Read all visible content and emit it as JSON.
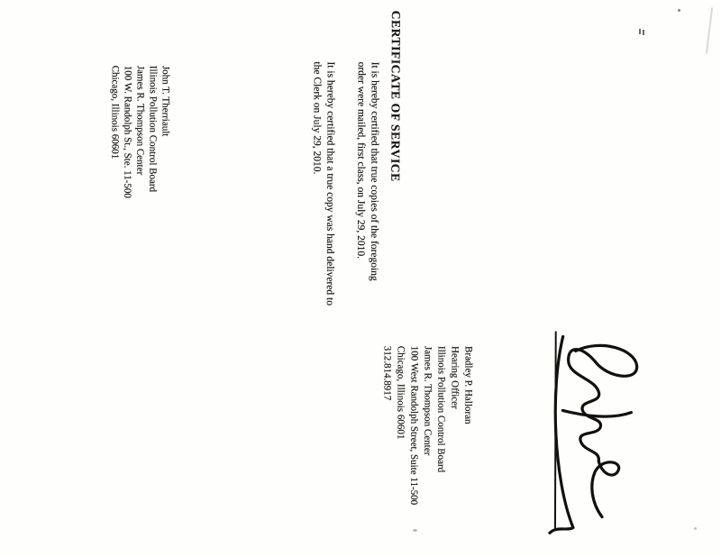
{
  "document": {
    "title": "CERTIFICATE OF SERVICE",
    "certification_paragraphs": [
      {
        "line1": "It is hereby certified that true copies of the foregoing",
        "line2": "order were mailed, first class, on July 29, 2010."
      },
      {
        "line1": "It is hereby certified that a true copy was hand delivered to",
        "line2": "the Clerk on July 29, 2010."
      }
    ],
    "recipient_block": {
      "lines": [
        "John T. Therriault",
        "Illinois Pollution Control Board",
        "James R. Thompson Center",
        "100 W. Randolph St., Ste. 11-500",
        "Chicago, Illinois 60601"
      ]
    },
    "signature_block": {
      "lines": [
        "Bradley P. Halloran",
        "Hearing Officer",
        "Illinois Pollution Control Board",
        "James R. Thompson Center",
        "100 West Randolph Street, Suite 11-500",
        "Chicago, Illinois 60601",
        "312.814.8917"
      ]
    }
  },
  "colors": {
    "ink": "#1a1712",
    "paper": "#fefefd"
  }
}
